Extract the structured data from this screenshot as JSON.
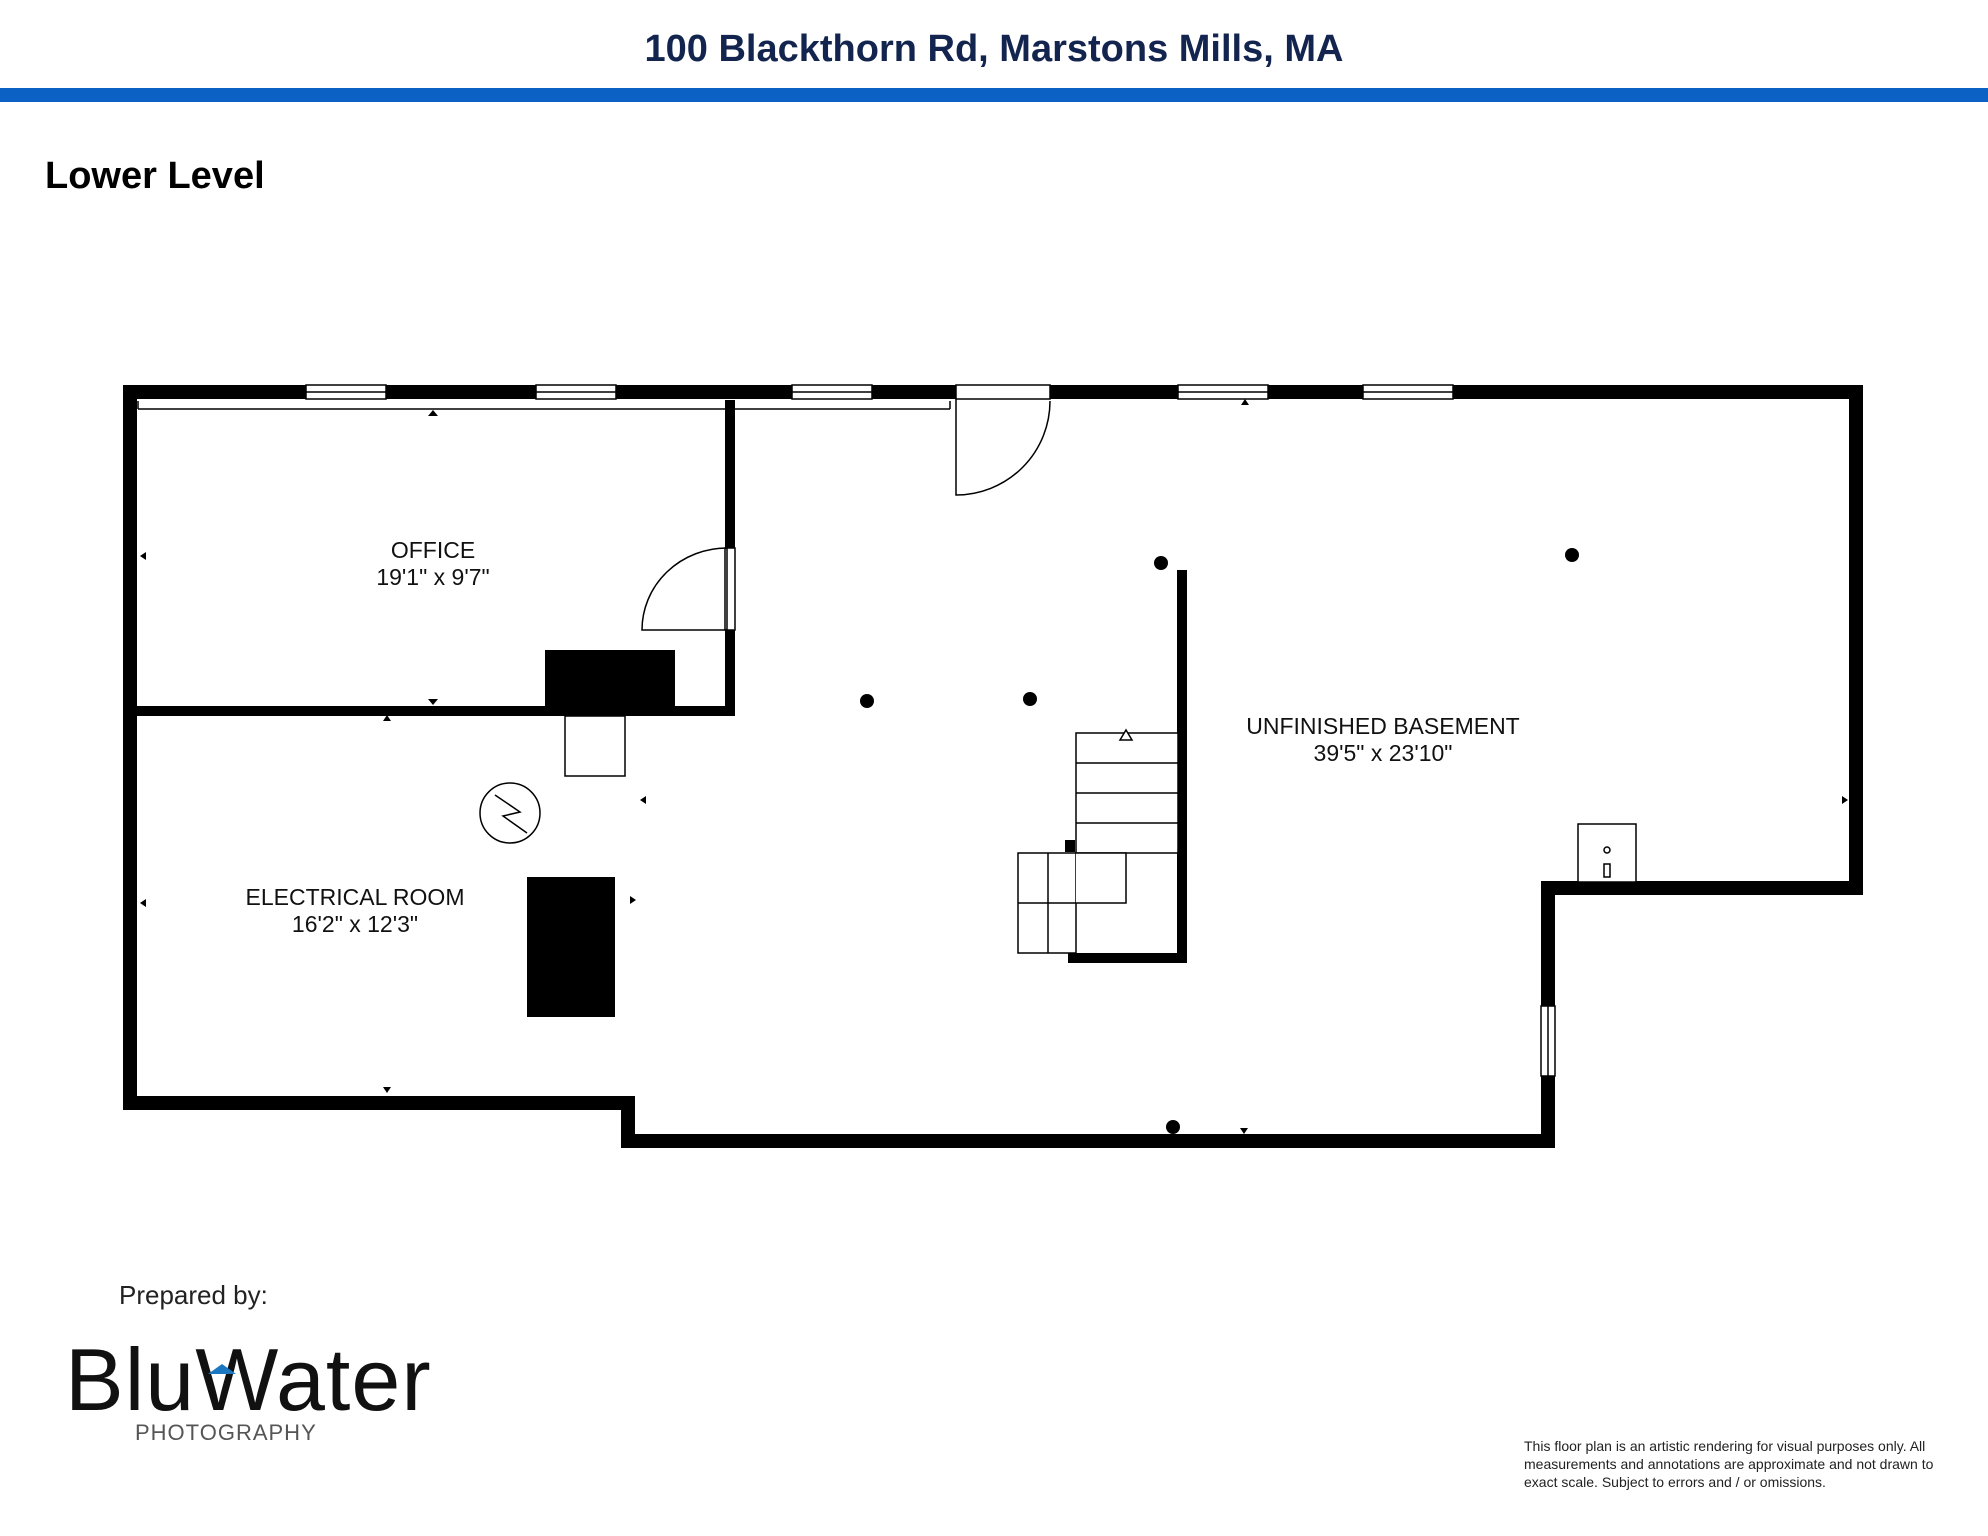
{
  "header": {
    "address": "100 Blackthorn Rd, Marstons Mills, MA"
  },
  "floor": {
    "name": "Lower Level"
  },
  "rooms": [
    {
      "name": "OFFICE",
      "dims": "19'1\" x 9'7\""
    },
    {
      "name": "ELECTRICAL ROOM",
      "dims": "16'2\" x 12'3\""
    },
    {
      "name": "UNFINISHED BASEMENT",
      "dims": "39'5\" x 23'10\""
    }
  ],
  "footer": {
    "prepared_by": "Prepared by:",
    "logo_main": "BluWater",
    "logo_sub": "PHOTOGRAPHY",
    "disclaimer": "This floor plan is an artistic rendering for visual purposes only.  All measurements and annotations are approximate and not drawn to exact scale. Subject to errors and / or omissions."
  },
  "colors": {
    "title": "#13254f",
    "accent_bar": "#0b62c4",
    "logo_roof": "#1a78c2",
    "walls": "#000000"
  }
}
